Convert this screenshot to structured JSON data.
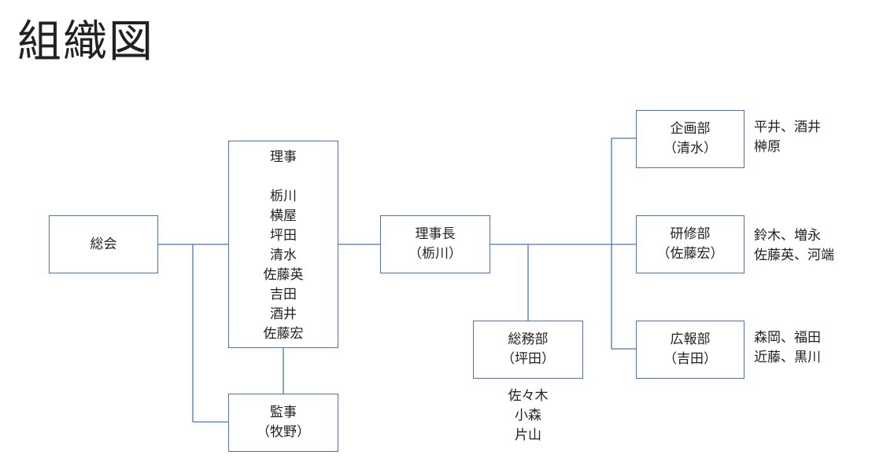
{
  "title": "組織図",
  "colors": {
    "line": "#4a74b6",
    "text": "#222222"
  },
  "nodes": {
    "soukai": {
      "lines": [
        "総会"
      ]
    },
    "riji": {
      "title": "理事",
      "members": [
        "栃川",
        "横屋",
        "坪田",
        "清水",
        "佐藤英",
        "吉田",
        "酒井",
        "佐藤宏"
      ]
    },
    "kanji": {
      "lines": [
        "監事",
        "（牧野）"
      ]
    },
    "rijichou": {
      "lines": [
        "理事長",
        "（栃川）"
      ]
    },
    "soumubu": {
      "lines": [
        "総務部",
        "（坪田）"
      ]
    },
    "kikakubu": {
      "lines": [
        "企画部",
        "（清水）"
      ]
    },
    "kenshubu": {
      "lines": [
        "研修部",
        "（佐藤宏）"
      ]
    },
    "kouhoubu": {
      "lines": [
        "広報部",
        "（吉田）"
      ]
    }
  },
  "notes": {
    "soumubu": [
      "佐々木",
      "小森",
      "片山"
    ],
    "kikakubu": [
      "平井、酒井",
      "榊原"
    ],
    "kenshubu": [
      "鈴木、増永",
      "佐藤英、河端"
    ],
    "kouhoubu": [
      "森岡、福田",
      "近藤、黒川"
    ]
  }
}
